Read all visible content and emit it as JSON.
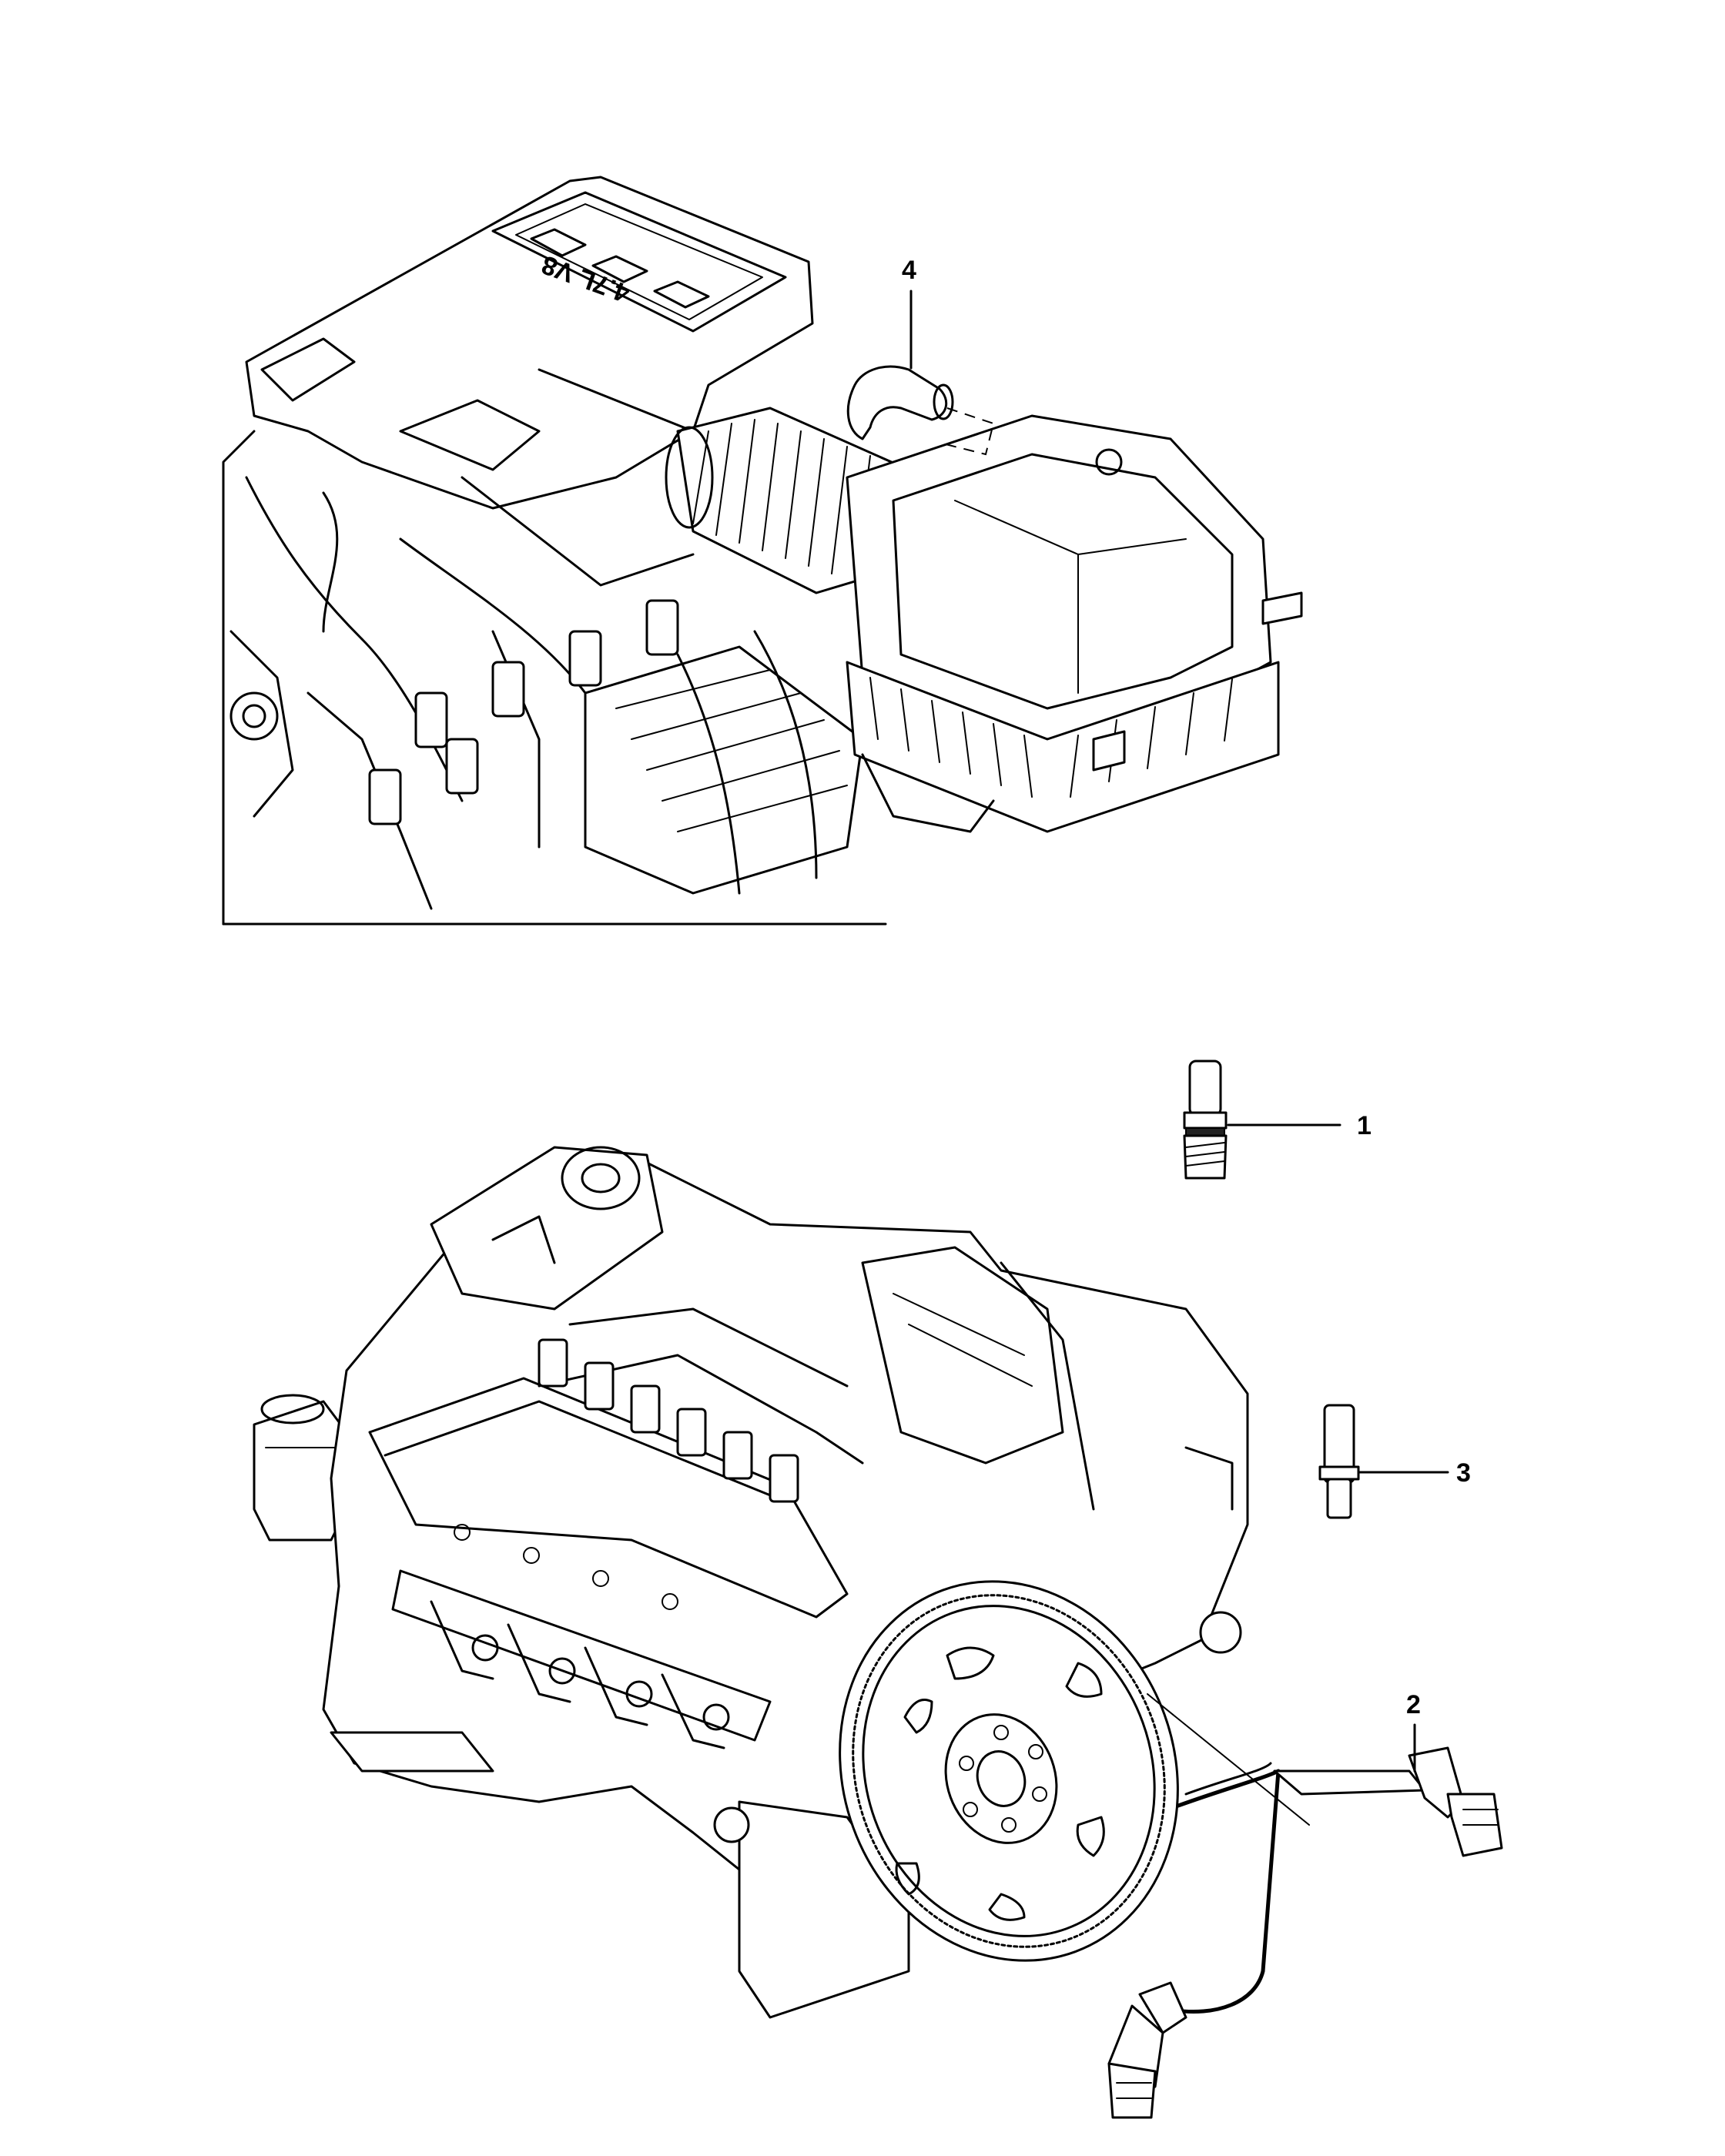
{
  "diagram": {
    "engine_cover_text": "4.7L V8",
    "callouts": [
      {
        "id": "1",
        "label": "1"
      },
      {
        "id": "2",
        "label": "2"
      },
      {
        "id": "3",
        "label": "3"
      },
      {
        "id": "4",
        "label": "4"
      }
    ]
  }
}
